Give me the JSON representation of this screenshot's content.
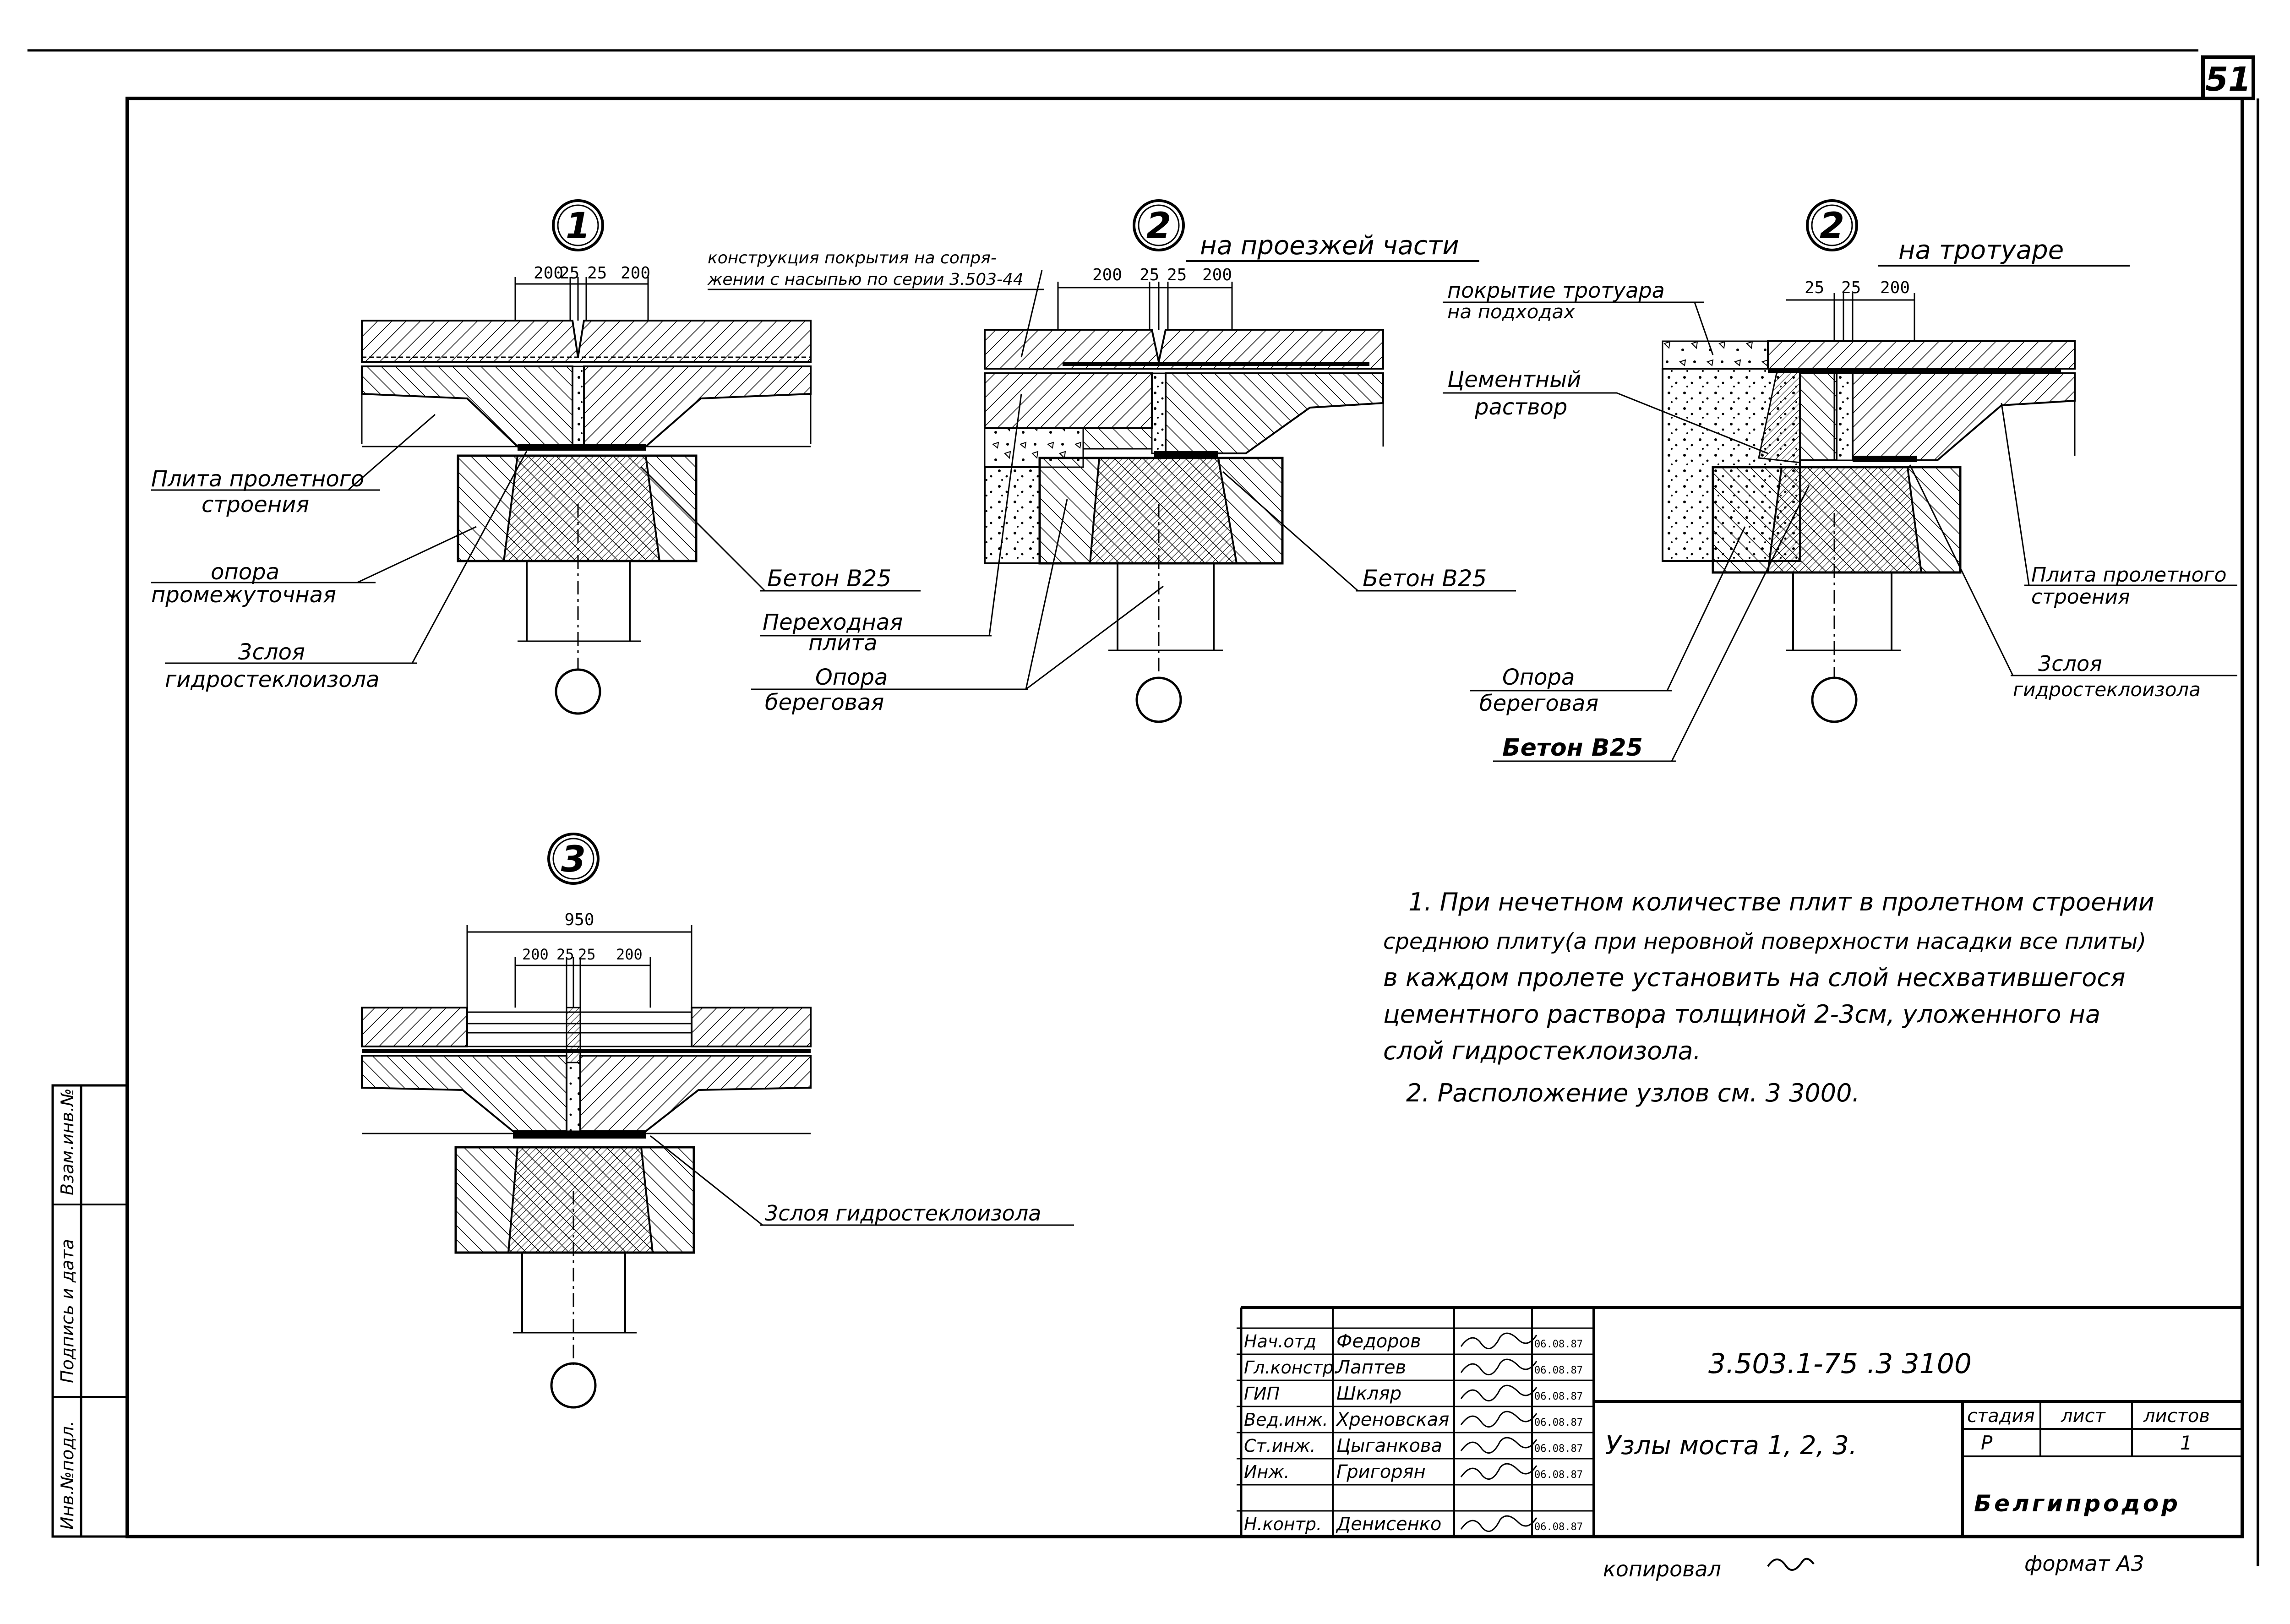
{
  "sheet_number": "51",
  "details": {
    "d1": {
      "number": "1",
      "dims": [
        "200",
        "25",
        "25",
        "200"
      ],
      "labels": {
        "slab": [
          "Плита пролетного",
          "строения"
        ],
        "pier": [
          "опора",
          "промежуточная"
        ],
        "layers": [
          "3слоя",
          "гидростеклоизола"
        ],
        "concrete": "Бетон В25"
      }
    },
    "d2": {
      "number": "2",
      "title": "на проезжей части",
      "note": [
        "конструкция покрытия на сопря-",
        "жении с насыпью по серии 3.503-44"
      ],
      "dims": [
        "200",
        "25",
        "25",
        "200"
      ],
      "labels": {
        "transition": [
          "Переходная",
          "плита"
        ],
        "abutment": [
          "Опора",
          "береговая"
        ],
        "concrete": "Бетон В25"
      }
    },
    "d2b": {
      "number": "2",
      "title": "на тротуаре",
      "dims": [
        "25",
        "25",
        "200"
      ],
      "labels": {
        "pavement": [
          "покрытие тротуара",
          "на подходах"
        ],
        "mortar": [
          "Цементный",
          "раствор"
        ],
        "slab": [
          "Плита пролетного",
          "строения"
        ],
        "layers": [
          "3слоя",
          "гидростеклоизола"
        ],
        "abutment": [
          "Опора",
          "береговая"
        ],
        "concrete": "Бетон В25"
      }
    },
    "d3": {
      "number": "3",
      "dim_total": "950",
      "dims": [
        "200",
        "25",
        "25",
        "200"
      ],
      "labels": {
        "layers": "3слоя гидростеклоизола"
      }
    }
  },
  "notes": [
    "1. При нечетном количестве плит в пролетном строении",
    "среднюю плиту(а при неровной поверхности насадки все плиты)",
    "в каждом пролете установить на слой несхватившегося",
    "цементного раствора толщиной 2-3см, уложенного на",
    "слой гидростеклоизола.",
    "2. Расположение узлов см. 3 3000."
  ],
  "stamp": {
    "signatures": [
      {
        "role": "Нач.отд",
        "name": "Федоров",
        "date": "06.08.87"
      },
      {
        "role": "Гл.констр.",
        "name": "Лаптев",
        "date": "06.08.87"
      },
      {
        "role": "ГИП",
        "name": "Шкляр",
        "date": "06.08.87"
      },
      {
        "role": "Вед.инж.",
        "name": "Хреновская",
        "date": "06.08.87"
      },
      {
        "role": "Ст.инж.",
        "name": "Цыганкова",
        "date": "06.08.87"
      },
      {
        "role": "Инж.",
        "name": "Григорян",
        "date": "06.08.87"
      },
      {
        "role": "",
        "name": "",
        "date": ""
      },
      {
        "role": "Н.контр.",
        "name": "Денисенко",
        "date": "06.08.87"
      }
    ],
    "doc_code": "3.503.1-75 .3 3100",
    "title": "Узлы моста 1, 2, 3.",
    "stage_header": "стадия",
    "sheet_header": "лист",
    "sheets_header": "листов",
    "stage": "Р",
    "sheet": "",
    "sheets": "1",
    "org": "Белгипродор"
  },
  "bottom": {
    "copied": "копировал",
    "format": "формат А3"
  },
  "side_stamp": [
    "Инв.№подл.",
    "Подпись и дата",
    "Взам.инв.№"
  ]
}
